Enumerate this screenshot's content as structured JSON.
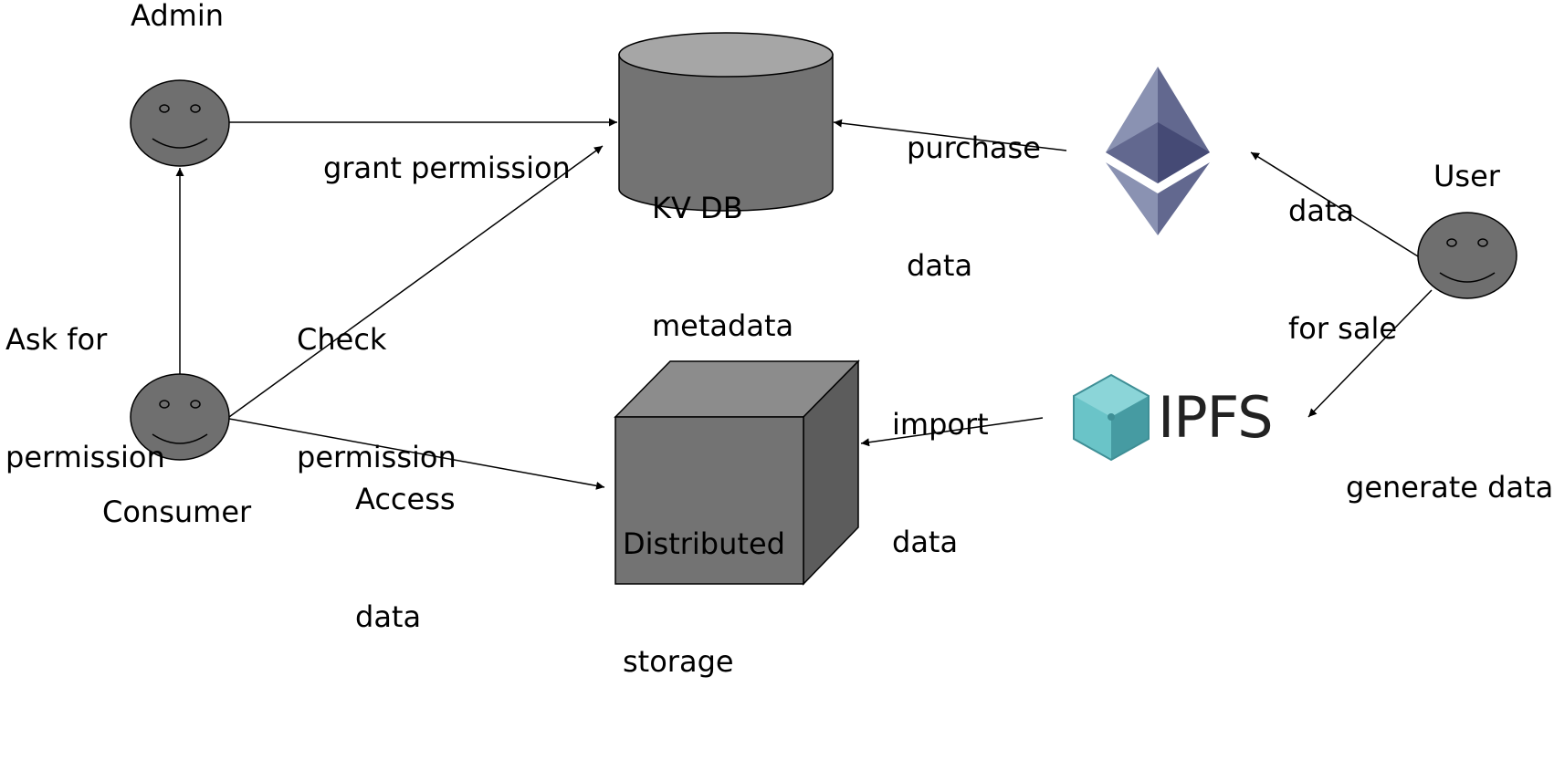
{
  "actors": {
    "admin": "Admin",
    "consumer": "Consumer",
    "user": "User"
  },
  "stores": {
    "kv_db": [
      "KV DB",
      "metadata"
    ],
    "distributed_storage": [
      "Distributed",
      "storage"
    ]
  },
  "logos": {
    "ethereum": "ethereum-logo-icon",
    "ipfs": "IPFS"
  },
  "flows": {
    "grant_permission": [
      "grant permission"
    ],
    "ask_for_permission": [
      "Ask for",
      "permission"
    ],
    "check_permission": [
      "Check",
      "permission"
    ],
    "access_data": [
      "Access",
      "data"
    ],
    "purchase_data": [
      "purchase",
      "data"
    ],
    "data_for_sale": [
      "data",
      "for sale"
    ],
    "import_data": [
      "import",
      "data"
    ],
    "generate_data": [
      "generate data"
    ]
  },
  "colors": {
    "face_fill": "#6f6f6f",
    "cylinder_body": "#737373",
    "cylinder_top": "#a6a6a6",
    "cube_front": "#737373",
    "cube_top": "#8c8c8c",
    "cube_side": "#5c5c5c",
    "eth_light": "#8a92b2",
    "eth_dark": "#62688f",
    "eth_darkest": "#454a75",
    "ipfs_teal": "#6ac4c8",
    "ipfs_teal_dark": "#469ba2"
  }
}
